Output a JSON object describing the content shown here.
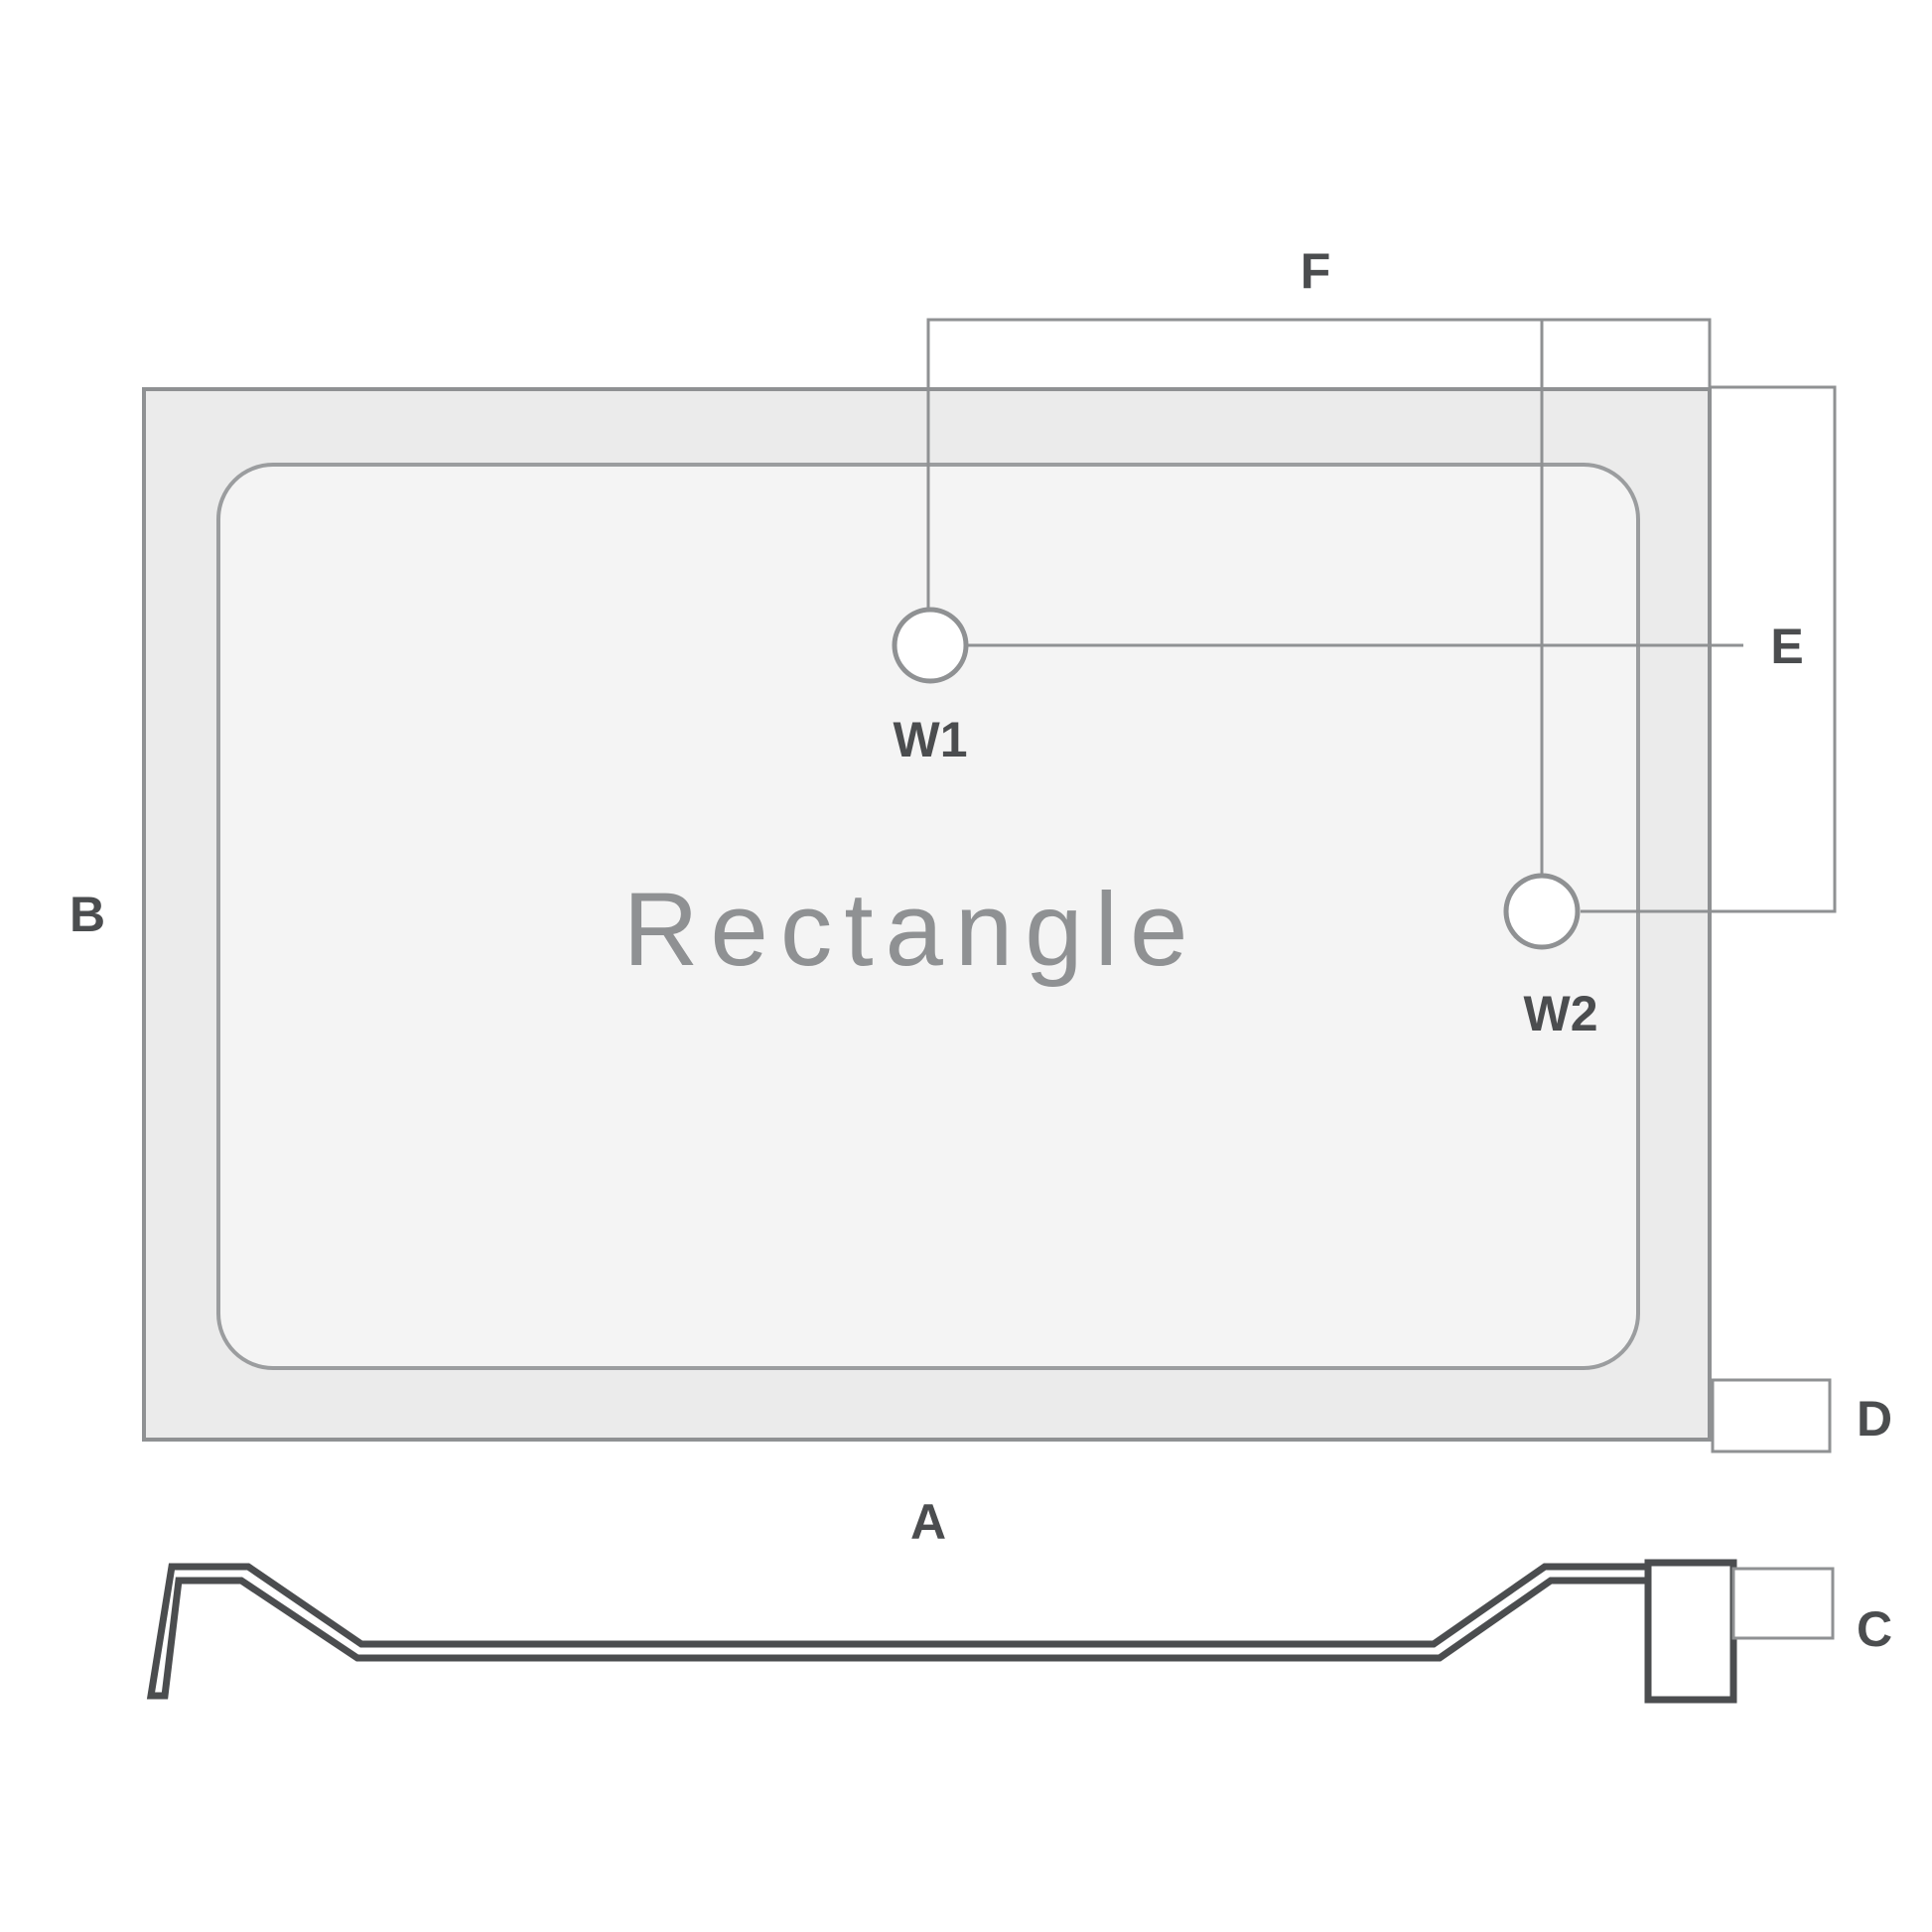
{
  "diagram": {
    "type": "shower-tray-dimension-diagram",
    "shape_label": "Rectangle",
    "dimension_labels": {
      "A": "A",
      "B": "B",
      "C": "C",
      "D": "D",
      "E": "E",
      "F": "F"
    },
    "waste_labels": {
      "w1": "W1",
      "w2": "W2"
    }
  },
  "colors": {
    "background": "#ffffff",
    "tray_fill": "#ebebeb",
    "inner_fill": "#f4f4f4",
    "line_gray": "#8f9193",
    "label_dark": "#4b4d4f",
    "shape_label_gray": "#8f9193"
  }
}
